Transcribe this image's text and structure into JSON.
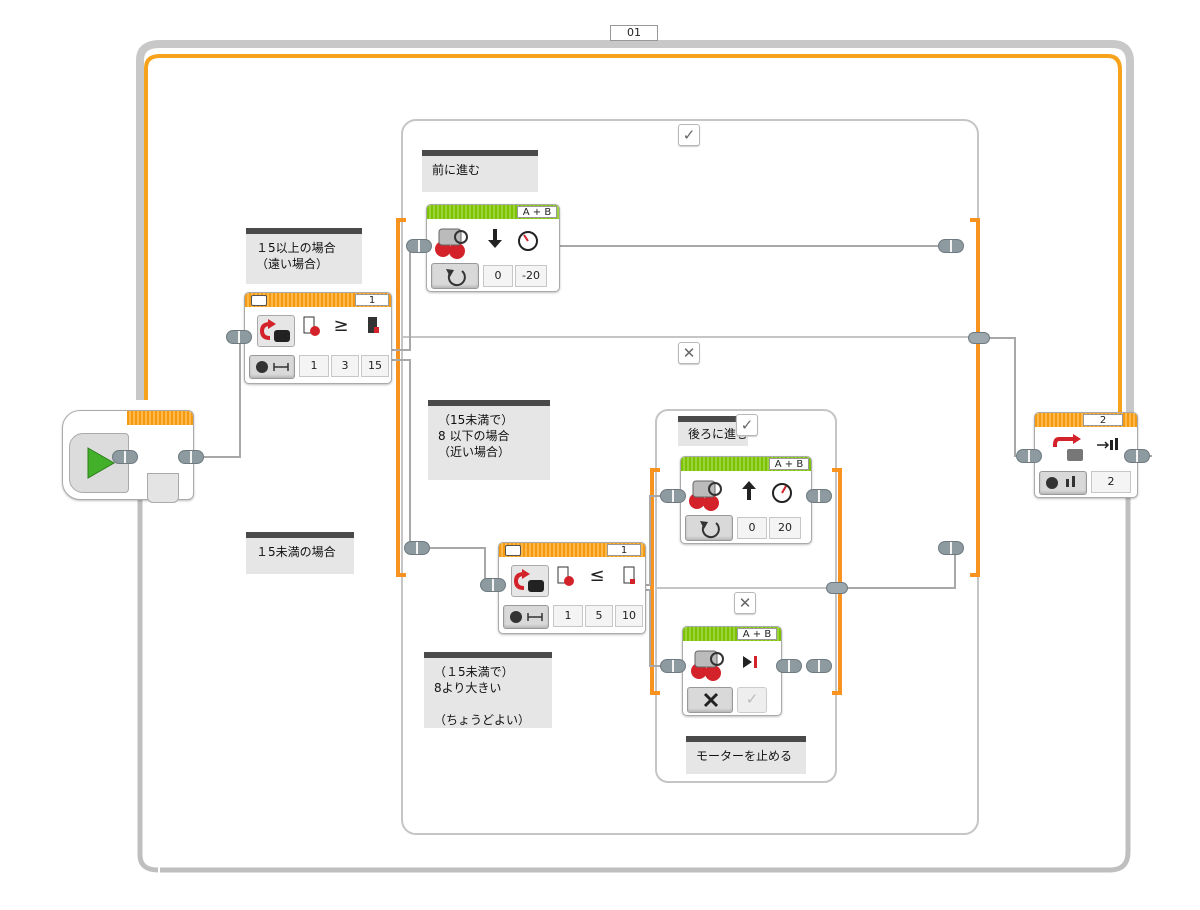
{
  "loop": {
    "name": "01",
    "interrupt_label": "2",
    "interrupt_value": "2"
  },
  "comments": {
    "far": "１5以上の場合\n（遠い場合）",
    "forward": "前に進む",
    "under15": "１5未満の場合",
    "near": "（15未満で）\n8 以下の場合\n（近い場合）",
    "ok": "（１5未満で）\n8より大きい\n\n（ちょうどよい）",
    "backward": "後ろに進む",
    "stop": "モーターを止める"
  },
  "switch1": {
    "port": "1",
    "mode_value": "1",
    "compare": "3",
    "threshold": "15",
    "compare_symbol": "≥"
  },
  "switch2": {
    "port": "1",
    "mode_value": "1",
    "compare": "5",
    "threshold": "10",
    "compare_symbol": "≤"
  },
  "move_forward": {
    "ports": "A + B",
    "steering": "0",
    "power": "-20"
  },
  "move_backward": {
    "ports": "A + B",
    "steering": "0",
    "power": "20"
  },
  "move_stop": {
    "ports": "A + B"
  },
  "case_true_symbol": "✓",
  "case_false_symbol": "✕",
  "colors": {
    "loop_orange": "#f7a21b",
    "switch_orange": "#f7931e",
    "wire_gray": "#a8a8a8",
    "start_green": "#43b02a",
    "move_green": "#7cc200"
  },
  "icons": [
    "play-icon",
    "motor-icon",
    "steering-icon",
    "timer-icon",
    "ultrasonic-icon",
    "loop-interrupt-icon",
    "check-icon",
    "cross-icon"
  ]
}
